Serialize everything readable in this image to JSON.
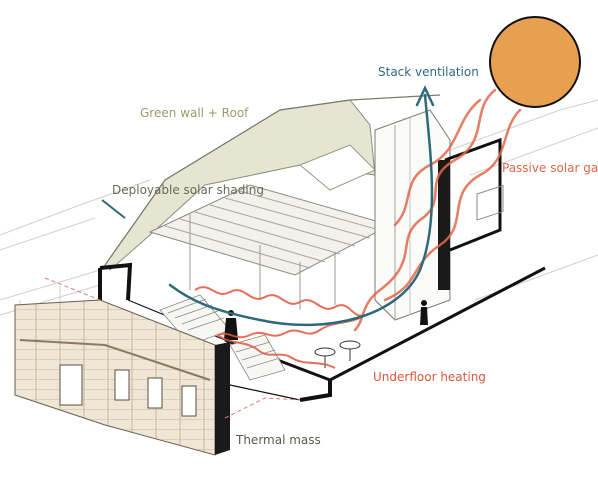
{
  "labels": {
    "stack_ventilation": "Stack ventilation",
    "green_wall_roof": "Green wall + Roof",
    "passive_solar_gain": "Passive solar gain",
    "deployable_solar_shading": "Deployable solar shading",
    "underfloor_heating": "Underfloor heating",
    "thermal_mass": "Thermal mass"
  },
  "colors": {
    "stack_ventilation": "#2f6a7a",
    "green_wall_roof": "#9a9a6a",
    "passive_solar_gain": "#e0684a",
    "deployable_solar_shading": "#6a6a5a",
    "underfloor_heating": "#e0563a",
    "thermal_mass": "#5a5a4a",
    "sun": "#e8a050",
    "green_wall": "#e4e6d2",
    "masonry": "#efe6d6"
  }
}
